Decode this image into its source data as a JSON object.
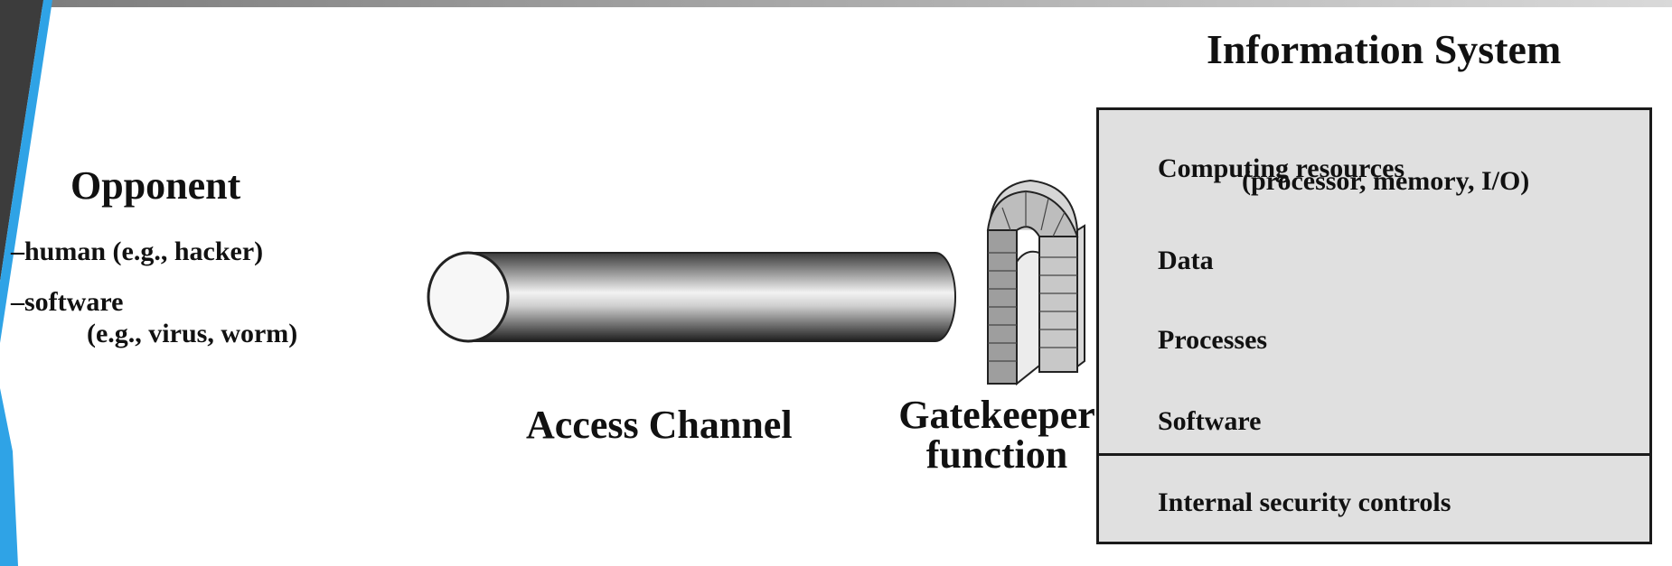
{
  "opponent": {
    "title": "Opponent",
    "item1": "–human (e.g., hacker)",
    "item2": "–software",
    "item2_detail": "(e.g., virus, worm)"
  },
  "channel": {
    "label": "Access Channel"
  },
  "gatekeeper": {
    "line1": "Gatekeeper",
    "line2": "function"
  },
  "info_system": {
    "title": "Information System",
    "resources_label": "Computing resources",
    "resources_detail": "(processor, memory, I/O)",
    "data": "Data",
    "processes": "Processes",
    "software": "Software",
    "internal": "Internal security controls"
  },
  "colors": {
    "slide_dark": "#3c3c3c",
    "slide_accent": "#2fa3e6",
    "box_fill": "#e0e0e0"
  }
}
